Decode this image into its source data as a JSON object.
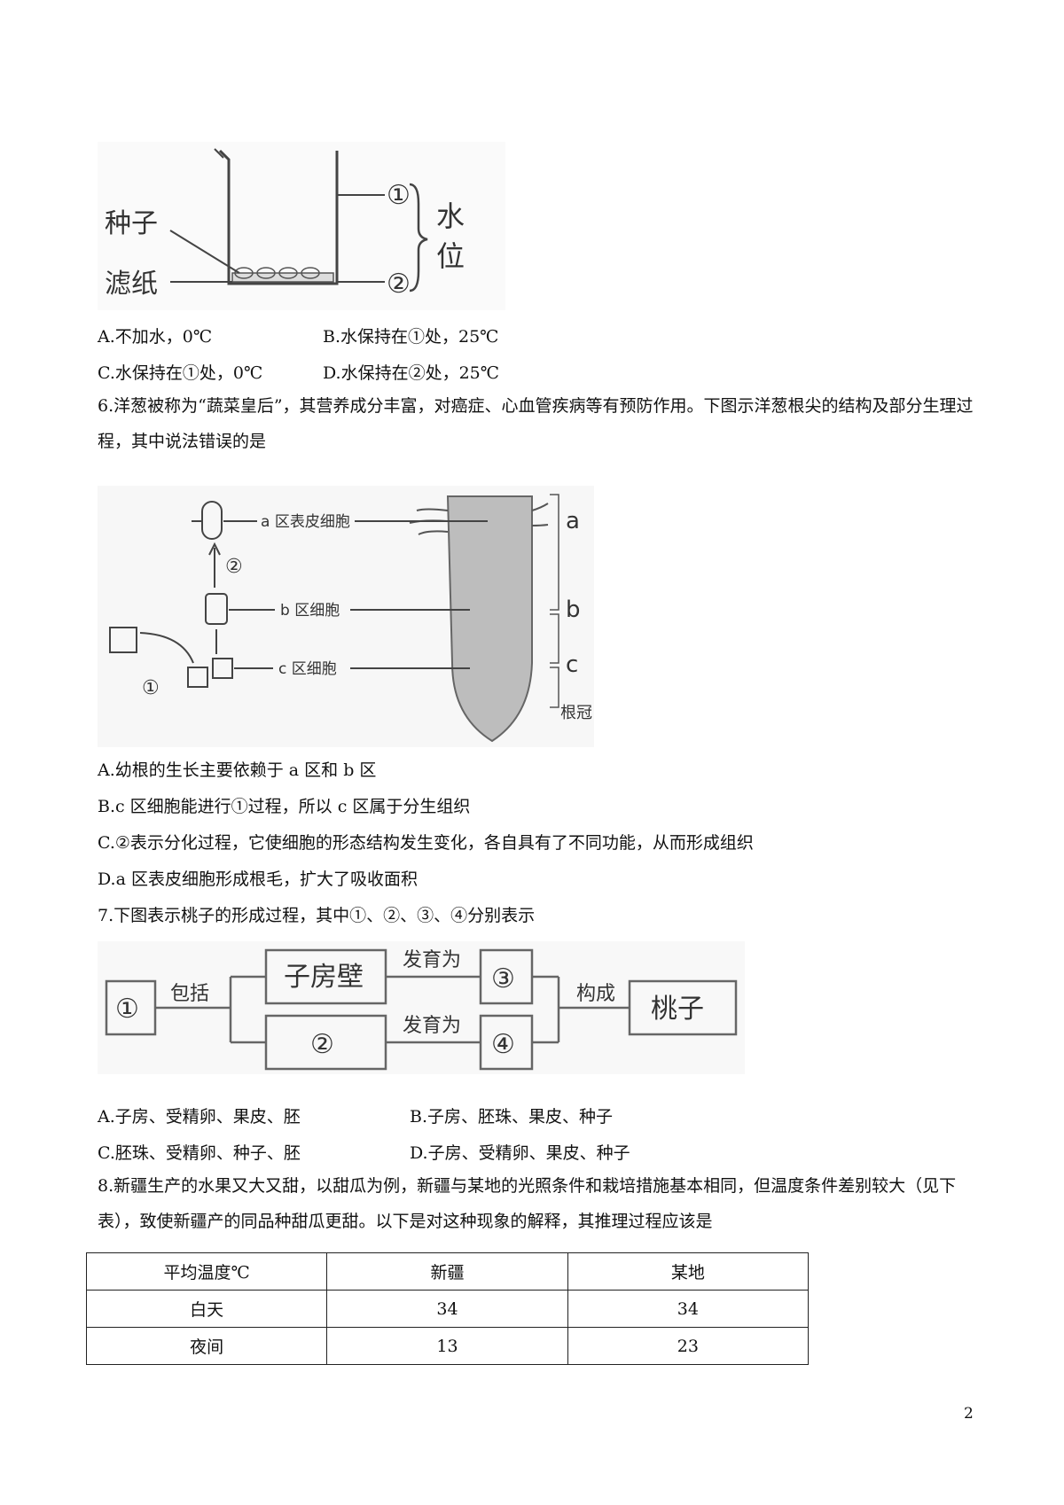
{
  "figure_beaker": {
    "labels": {
      "seed": "种子",
      "filter_paper": "滤纸",
      "level1": "①",
      "level2": "②",
      "water_level_1": "水",
      "water_level_2": "位"
    }
  },
  "q5_options": {
    "A": "A.不加水，0℃",
    "B": "B.水保持在①处，25℃",
    "C": "C.水保持在①处，0℃",
    "D": "D.水保持在②处，25℃"
  },
  "q6": {
    "stem": "6.洋葱被称为“蔬菜皇后”，其营养成分丰富，对癌症、心血管疾病等有预防作用。下图示洋葱根尖的结构及部分生理过程，其中说法错误的是",
    "figure": {
      "label_a_cell": "a 区表皮细胞",
      "label_b_cell": "b 区细胞",
      "label_c_cell": "c 区细胞",
      "process1": "①",
      "process2": "②",
      "zone_a": "a",
      "zone_b": "b",
      "zone_c": "c",
      "root_cap": "根冠"
    },
    "options": {
      "A": "A.幼根的生长主要依赖于 a 区和 b 区",
      "B": "B.c 区细胞能进行①过程，所以 c 区属于分生组织",
      "C": "C.②表示分化过程，它使细胞的形态结构发生变化，各自具有了不同功能，从而形成组织",
      "D": "D.a 区表皮细胞形成根毛，扩大了吸收面积"
    }
  },
  "q7": {
    "stem": "7.下图表示桃子的形成过程，其中①、②、③、④分别表示",
    "figure": {
      "box1": "①",
      "includes": "包括",
      "ovary_wall": "子房壁",
      "box2": "②",
      "develops_into_1": "发育为",
      "develops_into_2": "发育为",
      "box3": "③",
      "box4": "④",
      "forms": "构成",
      "peach": "桃子"
    },
    "options": {
      "A": "A.子房、受精卵、果皮、胚",
      "B": "B.子房、胚珠、果皮、种子",
      "C": "C.胚珠、受精卵、种子、胚",
      "D": "D.子房、受精卵、果皮、种子"
    }
  },
  "q8": {
    "stem": "8.新疆生产的水果又大又甜，以甜瓜为例，新疆与某地的光照条件和栽培措施基本相同，但温度条件差别较大（见下表），致使新疆产的同品种甜瓜更甜。以下是对这种现象的解释，其推理过程应该是",
    "table": {
      "headers": [
        "平均温度℃",
        "新疆",
        "某地"
      ],
      "rows": [
        [
          "白天",
          "34",
          "34"
        ],
        [
          "夜间",
          "13",
          "23"
        ]
      ]
    }
  },
  "page_number": "2"
}
